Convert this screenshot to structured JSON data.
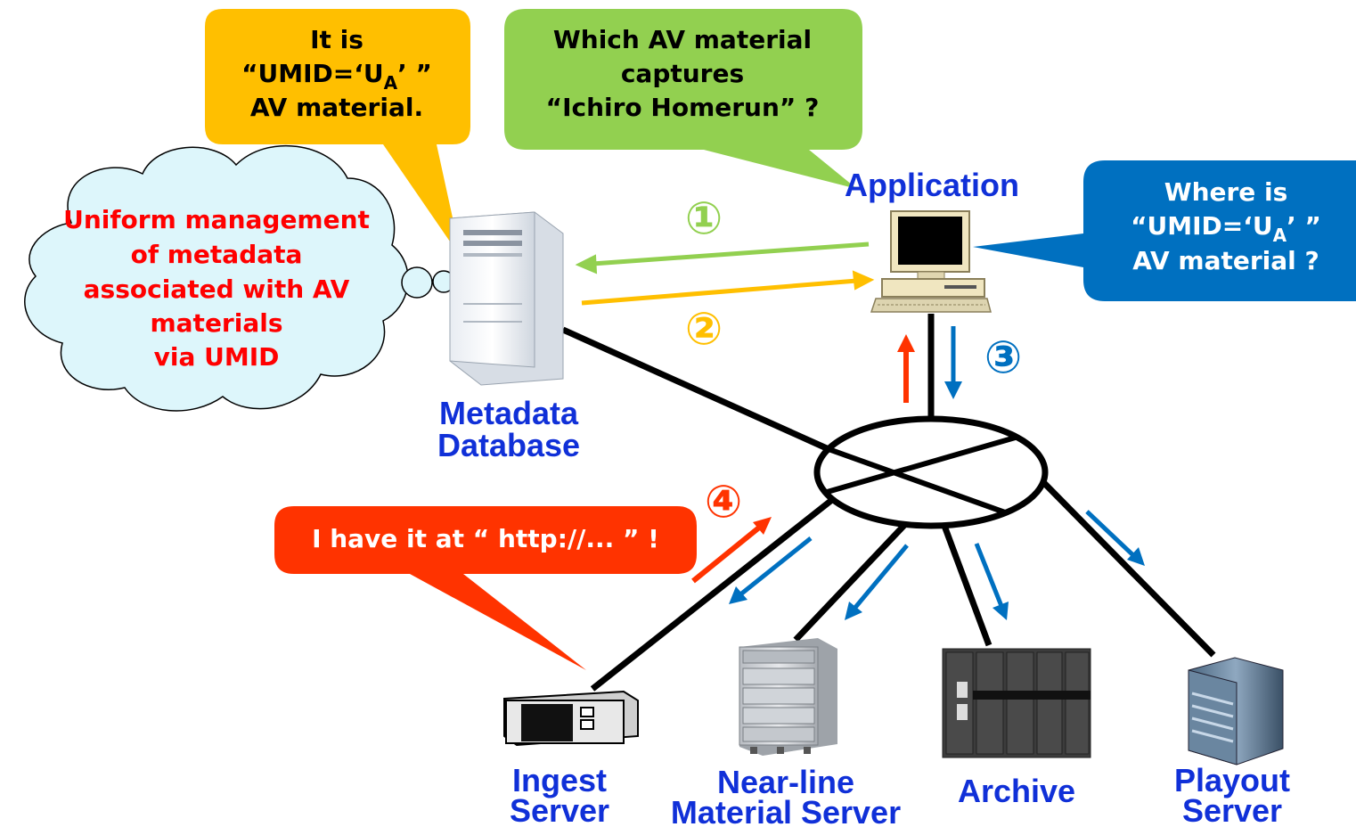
{
  "colors": {
    "yellow": "#ffbf00",
    "green": "#92d050",
    "blue": "#0070c0",
    "red": "#ff3300",
    "cloud_fill": "#ddf6fb",
    "cloud_text": "#ff0000",
    "label_blue": "#1030d8",
    "arrow_green": "#92d050",
    "arrow_yellow": "#ffbf00",
    "arrow_blue": "#0070c0",
    "arrow_red": "#ff3300"
  },
  "bubbles": {
    "metadata_reply": {
      "lines": [
        "It is",
        "“UMID=‘U",
        "AV material."
      ],
      "subscript": "A",
      "suffix": "’ ”"
    },
    "app_question": {
      "lines": [
        "Which AV material",
        "captures",
        "“Ichiro Homerun” ?"
      ]
    },
    "where_question": {
      "lines": [
        "Where is",
        "“UMID=‘U",
        "AV material ?"
      ],
      "subscript": "A",
      "suffix": "’ ”"
    },
    "ingest_reply": {
      "text": "I have it at “ http://... ” !"
    }
  },
  "cloud": {
    "lines": [
      "Uniform management",
      "of metadata",
      "associated with AV",
      "materials",
      "via UMID"
    ]
  },
  "labels": {
    "application": "Application",
    "metadata_db_line1": "Metadata",
    "metadata_db_line2": "Database",
    "ingest_line1": "Ingest",
    "ingest_line2": "Server",
    "nearline_line1": "Near-line",
    "nearline_line2": "Material Server",
    "archive": "Archive",
    "playout_line1": "Playout",
    "playout_line2": "Server"
  },
  "steps": {
    "step1": "①",
    "step2": "②",
    "step3": "③",
    "step4": "④"
  },
  "icons": {
    "application": "desktop-computer-icon",
    "metadata_db": "tower-server-icon",
    "ingest": "rack-server-icon",
    "nearline": "storage-array-icon",
    "archive": "tape-library-icon",
    "playout": "server-cabinet-icon",
    "network": "network-hub-icon"
  }
}
